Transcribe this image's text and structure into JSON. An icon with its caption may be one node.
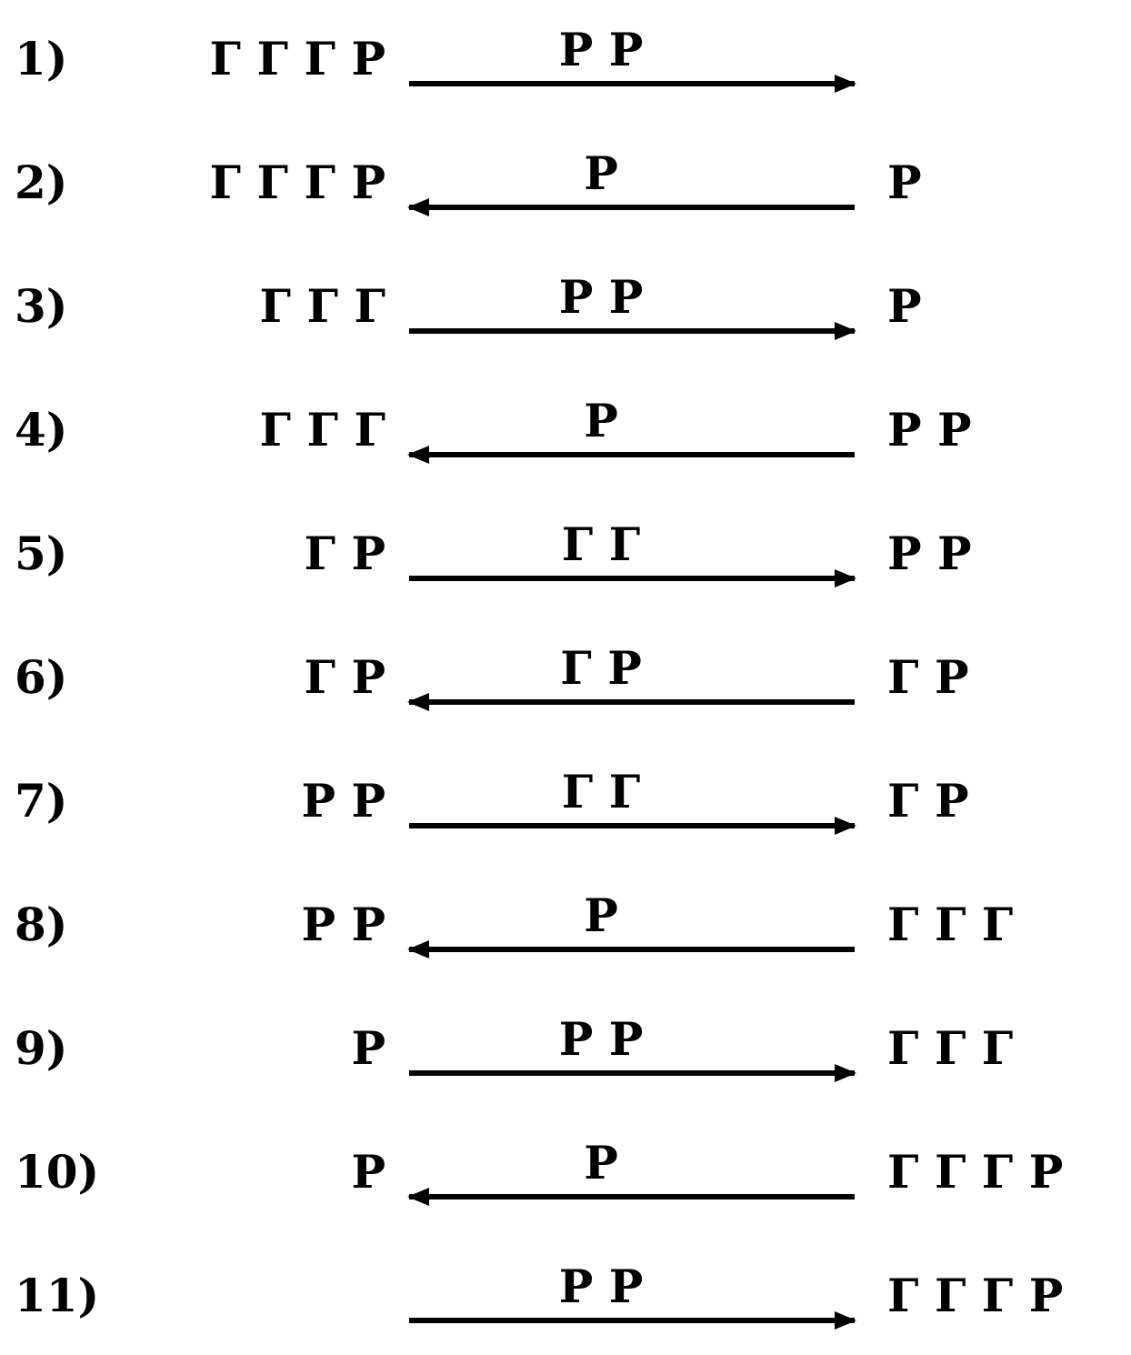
{
  "diagram": {
    "nodes": [
      {
        "text": [
          "Г Г Г Р"
        ]
      },
      {
        "text": [
          "Г Г Г Р"
        ]
      },
      {
        "text": [
          "Р"
        ]
      },
      {
        "text": [
          "Г Г Г"
        ]
      },
      {
        "text": [
          "Р"
        ]
      },
      {
        "text": [
          "Г Г Г"
        ]
      },
      {
        "text": [
          "Р Р"
        ]
      },
      {
        "text": [
          "Г Р"
        ]
      },
      {
        "text": [
          "Р Р"
        ]
      },
      {
        "text": [
          "Г Р"
        ]
      },
      {
        "text": [
          "Г Р"
        ]
      },
      {
        "text": [
          "Р Р"
        ]
      },
      {
        "text": [
          "Г Р"
        ]
      },
      {
        "text": [
          "Р Р"
        ]
      },
      {
        "text": [
          "Г Г Г"
        ]
      },
      {
        "text": [
          "Р"
        ]
      },
      {
        "text": [
          "Г Г Г"
        ]
      },
      {
        "text": [
          "Р"
        ]
      },
      {
        "text": [
          "Г Г Г Р"
        ]
      },
      {
        "text": [
          "Г Г Г Р"
        ]
      }
    ],
    "edges": [
      {
        "from": 0,
        "to": null,
        "arrow": "to",
        "label": "Р Р"
      },
      {
        "from": 2,
        "to": 1,
        "arrow": "to",
        "label": "Р"
      },
      {
        "from": 3,
        "to": 4,
        "arrow": "to",
        "label": "Р Р"
      },
      {
        "from": 6,
        "to": 5,
        "arrow": "to",
        "label": "Р"
      },
      {
        "from": 7,
        "to": 8,
        "arrow": "to",
        "label": "Г Г"
      },
      {
        "from": 10,
        "to": 9,
        "arrow": "to",
        "label": "Г Р"
      },
      {
        "from": 11,
        "to": 12,
        "arrow": "to",
        "label": "Г Г"
      },
      {
        "from": 14,
        "to": 13,
        "arrow": "to",
        "label": "Р"
      },
      {
        "from": 15,
        "to": 16,
        "arrow": "to",
        "label": "Р Р"
      },
      {
        "from": 18,
        "to": 17,
        "arrow": "to",
        "label": "Р"
      },
      {
        "from": null,
        "to": 19,
        "arrow": "to",
        "label": "Р Р"
      }
    ],
    "labels": [
      "1)",
      "2)",
      "3)",
      "4)",
      "5)",
      "6)",
      "7)",
      "8)",
      "9)",
      "10)",
      "11)"
    ]
  }
}
